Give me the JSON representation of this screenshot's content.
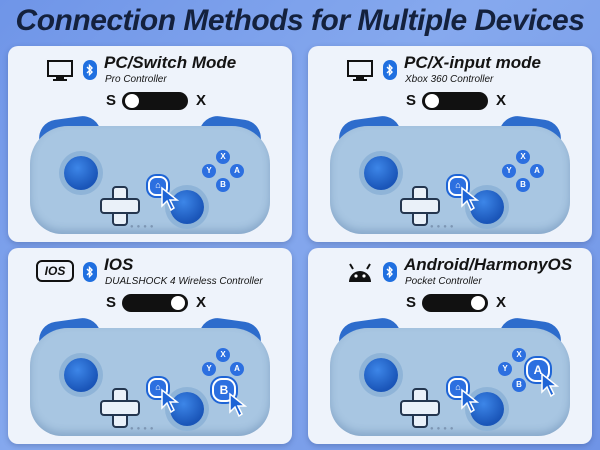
{
  "headline": "Connection Methods for Multiple Devices",
  "cards": [
    {
      "title": "PC/Switch Mode",
      "subtitle": "Pro Controller",
      "mode_icon": "monitor-icon",
      "switch": {
        "left": "S",
        "right": "X",
        "position": "S"
      },
      "face_buttons": {
        "x": "X",
        "y": "Y",
        "a": "A",
        "b": "B"
      },
      "highlighted": [
        "home"
      ]
    },
    {
      "title": "PC/X-input mode",
      "subtitle": "Xbox 360 Controller",
      "mode_icon": "monitor-icon",
      "switch": {
        "left": "S",
        "right": "X",
        "position": "S"
      },
      "face_buttons": {
        "x": "X",
        "y": "Y",
        "a": "A",
        "b": "B"
      },
      "highlighted": [
        "home"
      ]
    },
    {
      "title": "IOS",
      "subtitle": "DUALSHOCK 4 Wireless Controller",
      "mode_icon": "ios-icon",
      "ios_label": "IOS",
      "switch": {
        "left": "S",
        "right": "X",
        "position": "X"
      },
      "face_buttons": {
        "x": "X",
        "y": "Y",
        "a": "A",
        "b": "B"
      },
      "highlighted": [
        "home",
        "B"
      ]
    },
    {
      "title": "Android/HarmonyOS",
      "subtitle": "Pocket Controller",
      "mode_icon": "android-icon",
      "switch": {
        "left": "S",
        "right": "X",
        "position": "X"
      },
      "face_buttons": {
        "x": "X",
        "y": "Y",
        "a": "A",
        "b": "B"
      },
      "highlighted": [
        "home",
        "A"
      ]
    }
  ],
  "colors": {
    "background": "#7a9fec",
    "card": "#eef3fb",
    "controller_body": "#a8c6e2",
    "accent_blue": "#2c6fe0"
  }
}
